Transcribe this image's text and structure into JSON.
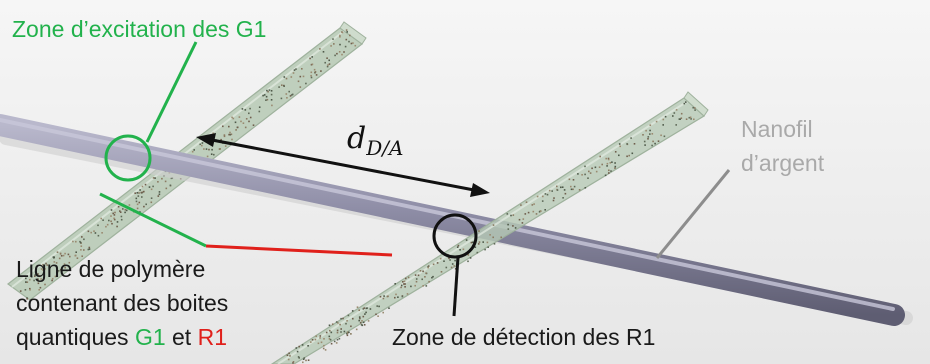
{
  "labels": {
    "excitation_zone": "Zone d’excitation des G1",
    "silver_nanowire": [
      "Nanofil",
      "d’argent"
    ],
    "distance_symbol": "d",
    "distance_subscript": "D/A",
    "polymer_line": [
      "Ligne de polymère",
      "contenant des boites",
      "quantiques",
      "G1",
      "et",
      "R1"
    ],
    "detection_zone": "Zone de détection des R1"
  },
  "colors": {
    "excitation_text": "#22b24c",
    "excitation_marker": "#22b24c",
    "r1_text": "#e0201b",
    "silver_text": "#a9a9a9",
    "nanowire": "#8f8ea8",
    "polymer_strip": "#b8cab6",
    "quantum_dots": "#7a6a58"
  }
}
